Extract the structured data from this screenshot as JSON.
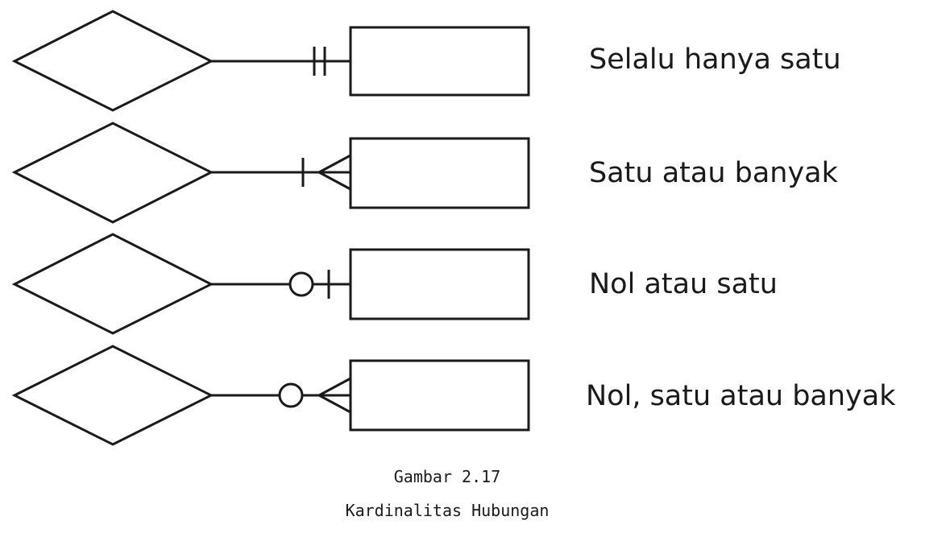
{
  "rows": [
    {
      "label": "Selalu hanya satu",
      "notation": "one-and-only-one"
    },
    {
      "label": "Satu atau banyak",
      "notation": "one-or-many"
    },
    {
      "label": "Nol atau satu",
      "notation": "zero-or-one"
    },
    {
      "label": "Nol, satu atau banyak",
      "notation": "zero-one-or-many"
    }
  ],
  "caption": {
    "number": "Gambar 2.17",
    "title": "Kardinalitas Hubungan"
  }
}
